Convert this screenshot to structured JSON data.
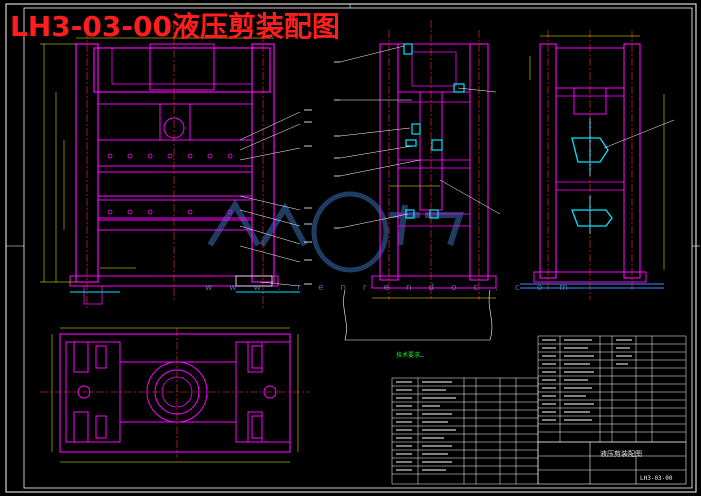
{
  "drawing": {
    "title": "LH3-03-00液压剪装配图",
    "tech_note": "技术要求…",
    "title_block_name": "液压剪装配图",
    "drawing_code": "LH3-03-00",
    "watermark": "w w w . r e n r e n d o c . c o m"
  },
  "colors": {
    "background": "#000000",
    "frame": "#ffffff",
    "structure": "#ff00ff",
    "center_line": "#ff3030",
    "hydraulic": "#00e5ff",
    "dimension": "#ffff00",
    "note": "#27e627",
    "watermark": "#3a6fb5"
  },
  "views": [
    "front-view",
    "side-view",
    "right-side-view",
    "top-view",
    "parts-list",
    "title-block"
  ]
}
